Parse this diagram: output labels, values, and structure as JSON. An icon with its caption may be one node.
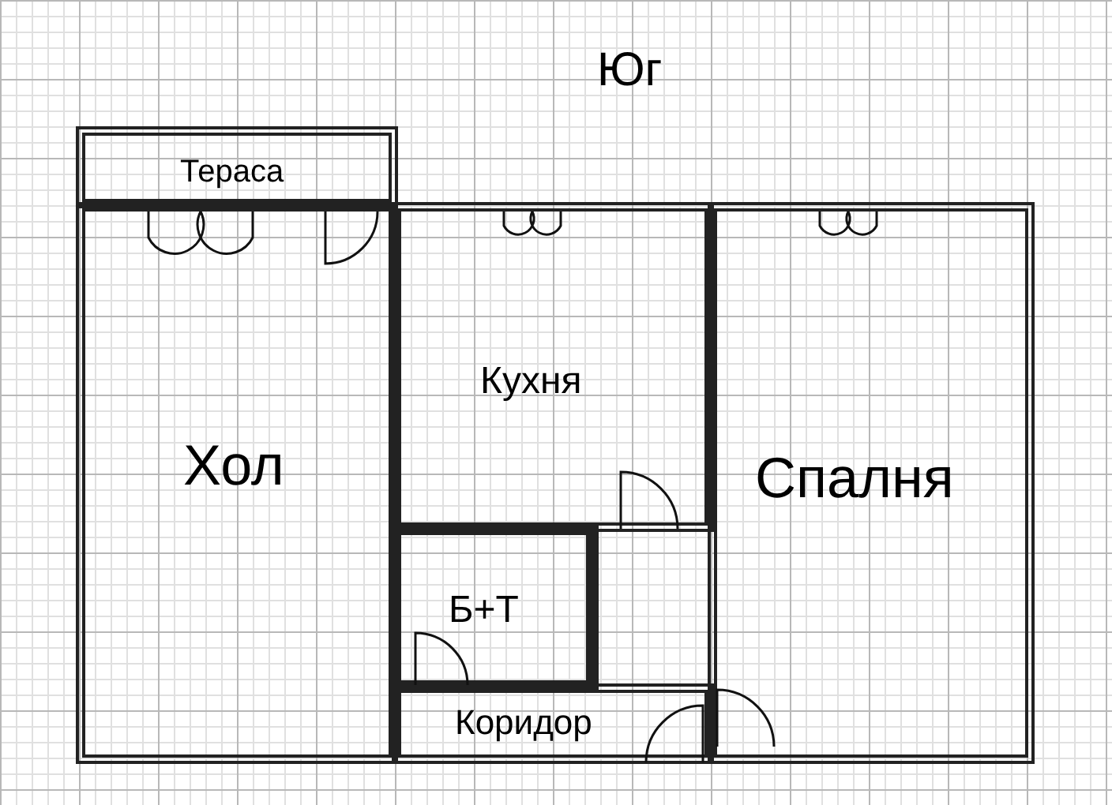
{
  "diagram": {
    "nodes": [
      {
        "text": [
          "Тераса"
        ]
      },
      {
        "text": [
          "Хол"
        ]
      },
      {
        "text": [
          "Кухня"
        ]
      },
      {
        "text": [
          "Спалня"
        ]
      },
      {
        "text": [
          "Б+Т"
        ]
      },
      {
        "text": [
          "Коридор"
        ]
      }
    ],
    "labels": [
      "Юг"
    ]
  }
}
